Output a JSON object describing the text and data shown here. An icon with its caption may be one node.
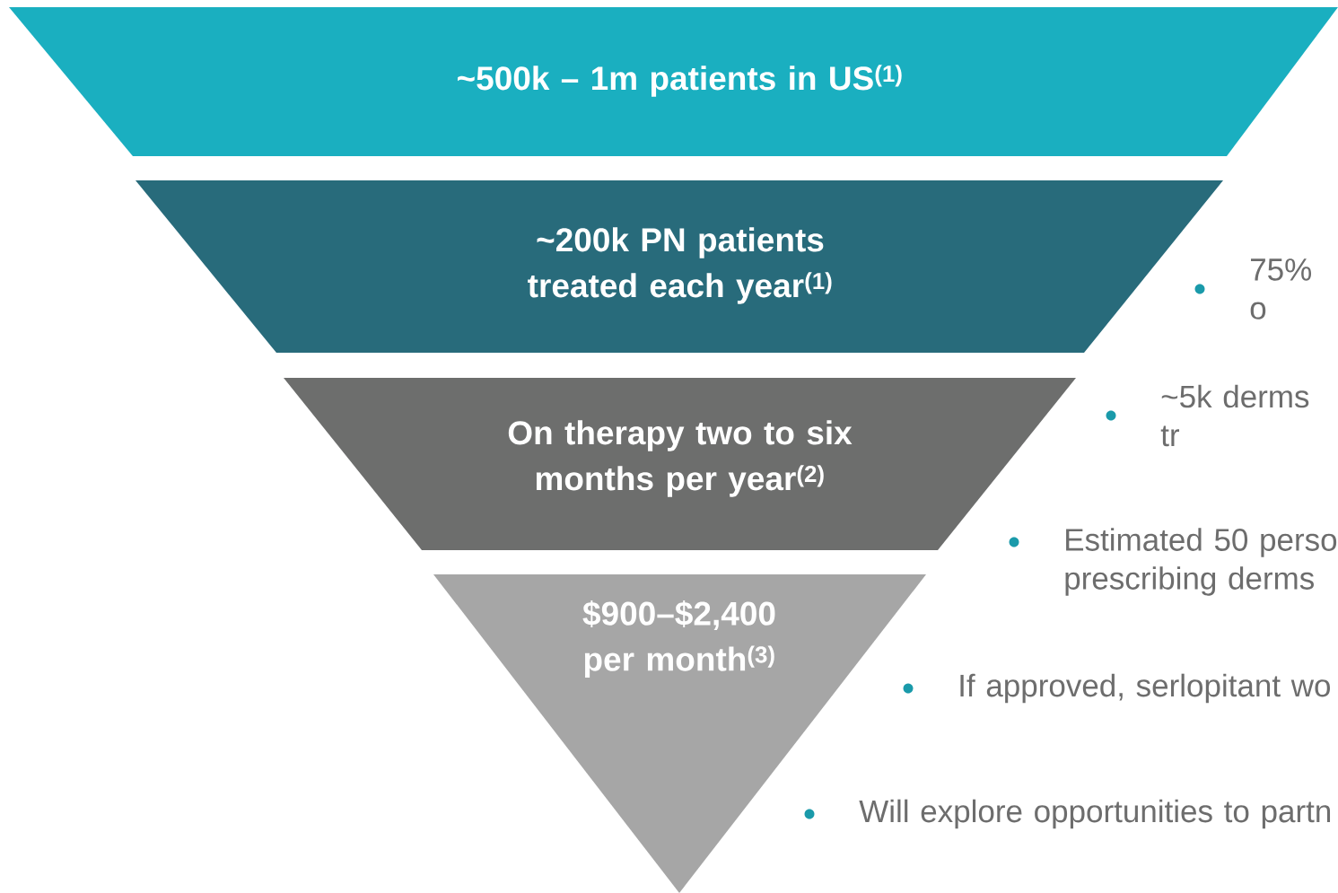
{
  "diagram": {
    "nodes": [
      {
        "text": [
          "~500k – 1m patients in US$^{(1)}$"
        ]
      },
      {
        "text": [
          "~200k PN patients treated each year$^{(1)}$"
        ]
      },
      {
        "text": [
          "On therapy two to six months per year$^{(2)}$"
        ]
      },
      {
        "text": [
          "$900–$2,400 per month$^{(3)}$"
        ]
      }
    ],
    "labels": [
      "75% o",
      "~5k derms tr",
      "Estimated 50 perso prescribing derms",
      "If approved, serlopitant wo",
      "Will explore opportunities to partn"
    ]
  }
}
